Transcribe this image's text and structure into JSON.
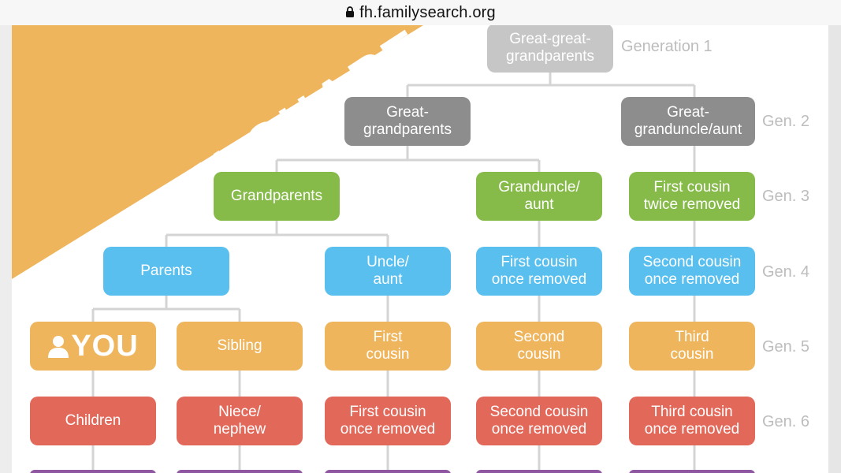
{
  "browser": {
    "url": "fh.familysearch.org",
    "lock_icon": "lock-icon"
  },
  "banner": {
    "title": "COUSIN CHART",
    "color": "#efb55d"
  },
  "colors": {
    "gen1": "#c6c6c6",
    "gen2": "#8d8d8d",
    "gen3": "#86ba49",
    "gen4": "#58bfee",
    "gen5": "#efb55d",
    "gen6": "#e2685a",
    "gen7": "#8f56a2",
    "connector": "#d4d4d4",
    "gen_label": "#bdbdbd"
  },
  "generation_labels": [
    "Generation 1",
    "Gen. 2",
    "Gen. 3",
    "Gen. 4",
    "Gen. 5",
    "Gen. 6"
  ],
  "nodes": {
    "great_great_grandparents": "Great-great-\ngrandparents",
    "great_grandparents": "Great-\ngrandparents",
    "great_granduncle_aunt": "Great-\ngranduncle/aunt",
    "grandparents": "Grandparents",
    "granduncle_aunt": "Granduncle/\naunt",
    "first_cousin_twice_removed": "First cousin\ntwice removed",
    "parents": "Parents",
    "uncle_aunt": "Uncle/\naunt",
    "first_cousin_once_removed_g4": "First cousin\nonce removed",
    "second_cousin_once_removed_g4": "Second cousin\nonce removed",
    "you": "YOU",
    "sibling": "Sibling",
    "first_cousin": "First\ncousin",
    "second_cousin": "Second\ncousin",
    "third_cousin": "Third\ncousin",
    "children": "Children",
    "niece_nephew": "Niece/\nnephew",
    "first_cousin_once_removed_g6": "First cousin\nonce removed",
    "second_cousin_once_removed_g6": "Second cousin\nonce removed",
    "third_cousin_once_removed_g6": "Third cousin\nonce removed"
  }
}
